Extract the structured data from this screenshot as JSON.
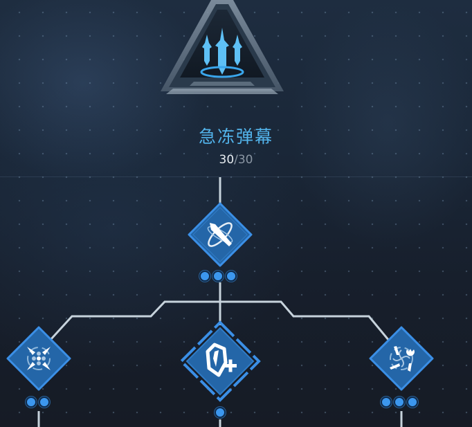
{
  "talent": {
    "title": "急冻弹幕",
    "progress_current": "30",
    "progress_max": "/30",
    "emblem_icon": "missile-barrage-icon"
  },
  "colors": {
    "accent": "#52b3ea",
    "node_fill": "#2466a8",
    "node_border": "#3b8fe6",
    "dot": "#3c97ee",
    "line": "#c7d3dc",
    "background": "#1a2433"
  },
  "nodes": [
    {
      "id": "top",
      "icon": "orbiting-projectile-icon",
      "level_dots": 3
    },
    {
      "id": "left",
      "icon": "crosshair-blades-icon",
      "level_dots": 2
    },
    {
      "id": "center",
      "icon": "shield-plus-icon",
      "level_dots": 1
    },
    {
      "id": "right",
      "icon": "spiral-blades-icon",
      "level_dots": 3
    }
  ]
}
